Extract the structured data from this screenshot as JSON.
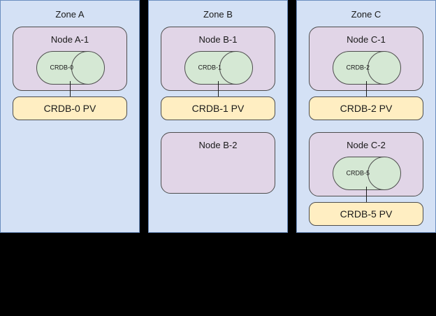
{
  "diagram": {
    "title": "CockroachDB multi-zone node and persistent volume layout",
    "background_color": "#000000",
    "colors": {
      "zone_fill": "#d4e1f5",
      "zone_stroke": "#6c8ebf",
      "node_fill": "#e1d5e7",
      "node_stroke": "#4d4d4d",
      "pv_fill": "#ffeec2",
      "pv_stroke": "#4d4d4d",
      "db_fill": "#d5e8d4",
      "db_stroke": "#4d4d4d",
      "connector": "#1a1a1a",
      "text": "#1a1a1a"
    },
    "zones": [
      {
        "id": "zone-a",
        "label": "Zone A",
        "nodes": [
          {
            "id": "node-a-1",
            "label": "Node A-1",
            "database": {
              "label": "CRDB-0",
              "icon": "cylinder-icon"
            },
            "pv": {
              "label": "CRDB-0 PV"
            }
          }
        ]
      },
      {
        "id": "zone-b",
        "label": "Zone B",
        "nodes": [
          {
            "id": "node-b-1",
            "label": "Node B-1",
            "database": {
              "label": "CRDB-1",
              "icon": "cylinder-icon"
            },
            "pv": {
              "label": "CRDB-1 PV"
            }
          },
          {
            "id": "node-b-2",
            "label": "Node B-2",
            "database": null,
            "pv": null
          }
        ]
      },
      {
        "id": "zone-c",
        "label": "Zone C",
        "nodes": [
          {
            "id": "node-c-1",
            "label": "Node C-1",
            "database": {
              "label": "CRDB-2",
              "icon": "cylinder-icon"
            },
            "pv": {
              "label": "CRDB-2 PV"
            }
          },
          {
            "id": "node-c-2",
            "label": "Node C-2",
            "database": {
              "label": "CRDB-5",
              "icon": "cylinder-icon"
            },
            "pv": {
              "label": "CRDB-5 PV"
            }
          }
        ]
      }
    ]
  }
}
